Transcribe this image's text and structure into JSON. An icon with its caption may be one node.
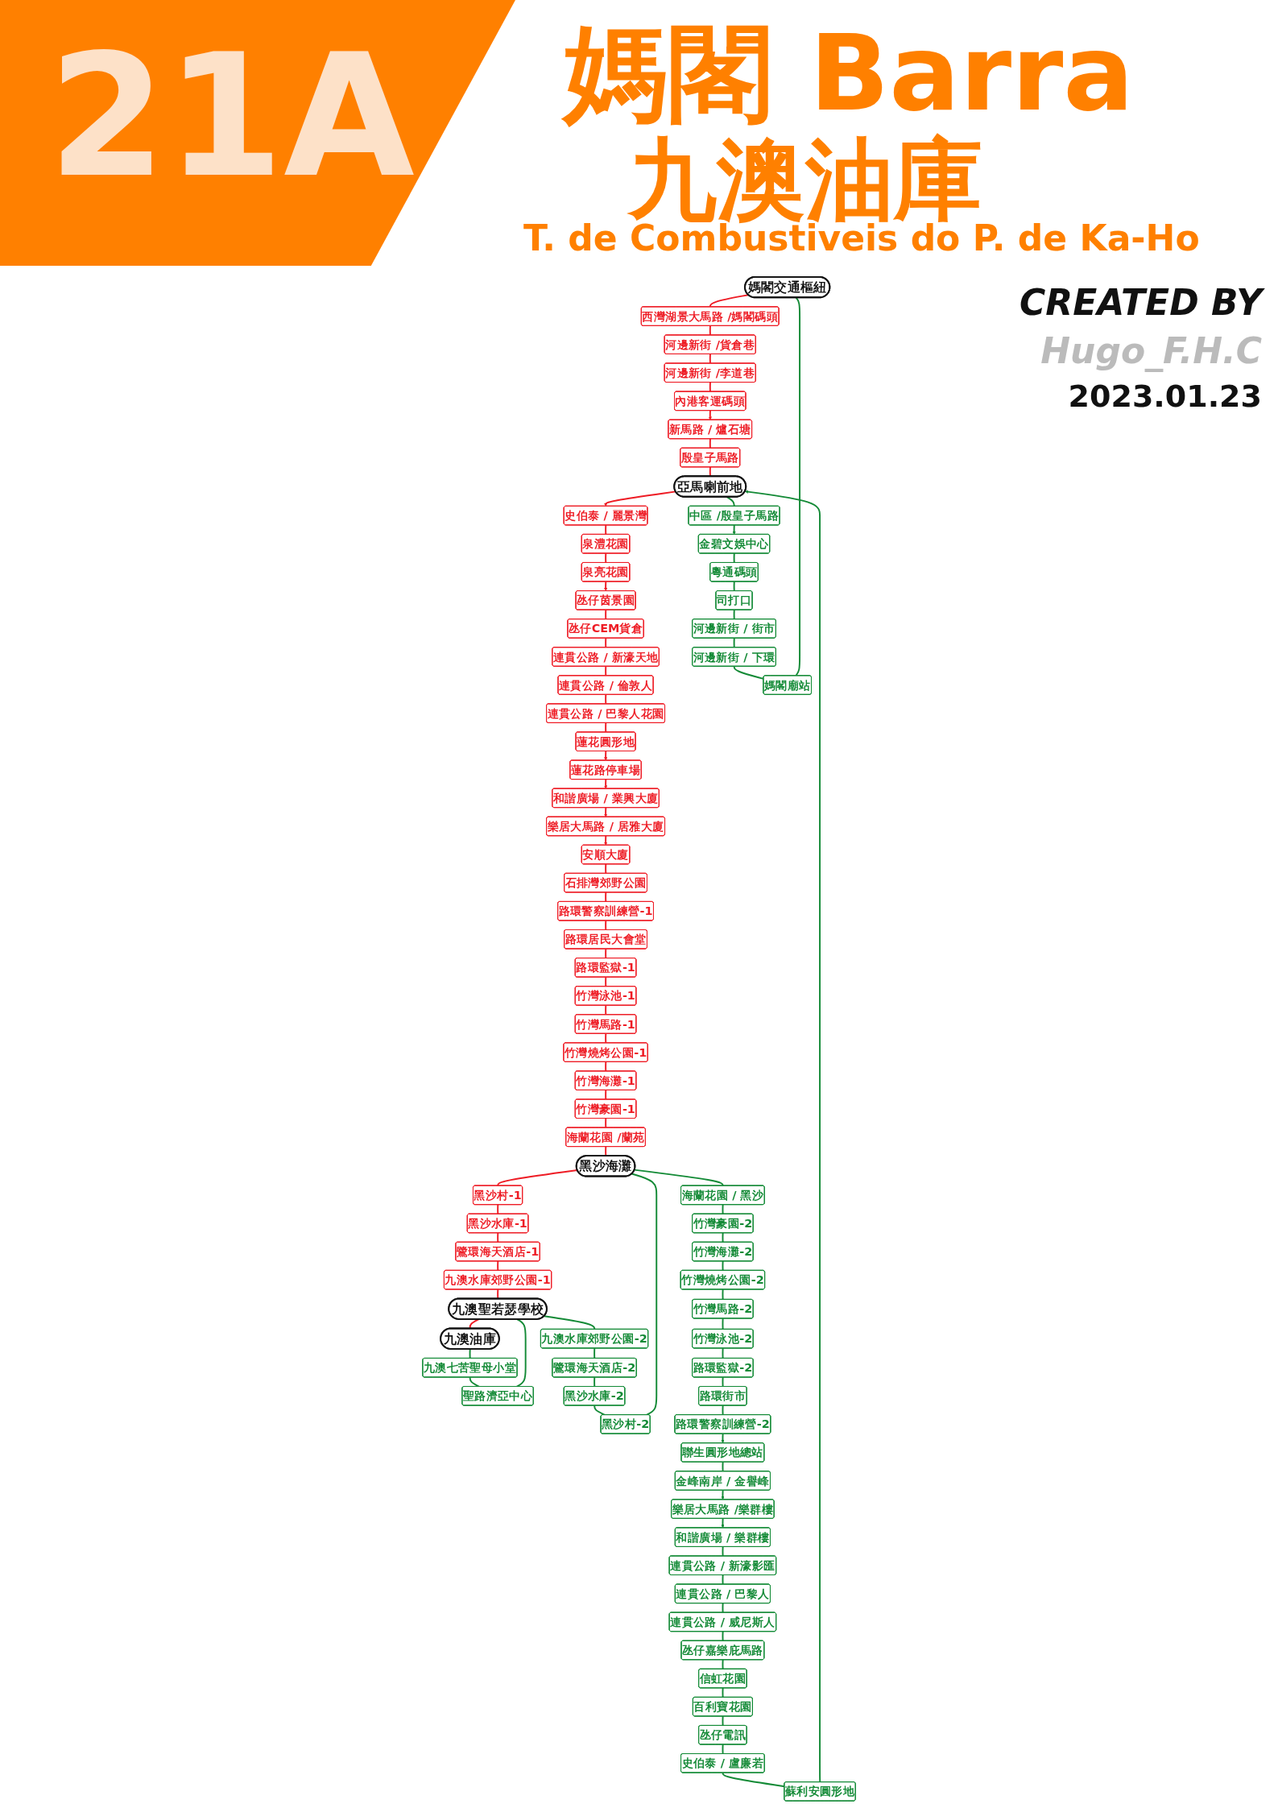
{
  "diagram": {
    "title": "21A",
    "nodes": [
      {
        "text": [
          "媽閣交通樞紐"
        ]
      },
      {
        "text": [
          "西灣湖景大馬路 /媽閣碼頭"
        ]
      },
      {
        "text": [
          "河邊新街 /貨倉巷"
        ]
      },
      {
        "text": [
          "河邊新街 /李道巷"
        ]
      },
      {
        "text": [
          "內港客運碼頭"
        ]
      },
      {
        "text": [
          "新馬路 / 爐石塘"
        ]
      },
      {
        "text": [
          "殷皇子馬路"
        ]
      },
      {
        "text": [
          "亞馬喇前地"
        ]
      },
      {
        "text": [
          "史伯泰 / 麗景灣"
        ]
      },
      {
        "text": [
          "泉澧花園"
        ]
      },
      {
        "text": [
          "泉亮花園"
        ]
      },
      {
        "text": [
          "氹仔茵景園"
        ]
      },
      {
        "text": [
          "氹仔CEM貨倉"
        ]
      },
      {
        "text": [
          "連貫公路 / 新濠天地"
        ]
      },
      {
        "text": [
          "連貫公路 / 倫敦人"
        ]
      },
      {
        "text": [
          "連貫公路 / 巴黎人花園"
        ]
      },
      {
        "text": [
          "蓮花圓形地"
        ]
      },
      {
        "text": [
          "蓮花路停車場"
        ]
      },
      {
        "text": [
          "和諧廣場 / 業興大廈"
        ]
      },
      {
        "text": [
          "樂居大馬路 / 居雅大廈"
        ]
      },
      {
        "text": [
          "安順大廈"
        ]
      },
      {
        "text": [
          "石排灣郊野公園"
        ]
      },
      {
        "text": [
          "路環警察訓練營-1"
        ]
      },
      {
        "text": [
          "路環居民大會堂"
        ]
      },
      {
        "text": [
          "路環監獄-1"
        ]
      },
      {
        "text": [
          "竹灣泳池-1"
        ]
      },
      {
        "text": [
          "竹灣馬路-1"
        ]
      },
      {
        "text": [
          "竹灣燒烤公園-1"
        ]
      },
      {
        "text": [
          "竹灣海灘-1"
        ]
      },
      {
        "text": [
          "竹灣豪園-1"
        ]
      },
      {
        "text": [
          "海蘭花園 /蘭苑"
        ]
      },
      {
        "text": [
          "黑沙海灘"
        ]
      },
      {
        "text": [
          "黑沙村-1"
        ]
      },
      {
        "text": [
          "黑沙水庫-1"
        ]
      },
      {
        "text": [
          "鷺環海天酒店-1"
        ]
      },
      {
        "text": [
          "九澳水庫郊野公園-1"
        ]
      },
      {
        "text": [
          "九澳聖若瑟學校"
        ]
      },
      {
        "text": [
          "九澳油庫"
        ]
      },
      {
        "text": [
          "九澳七苦聖母小堂"
        ]
      },
      {
        "text": [
          "聖路濟亞中心"
        ]
      },
      {
        "text": [
          "九澳水庫郊野公園-2"
        ]
      },
      {
        "text": [
          "鷺環海天酒店-2"
        ]
      },
      {
        "text": [
          "黑沙水庫-2"
        ]
      },
      {
        "text": [
          "黑沙村-2"
        ]
      },
      {
        "text": [
          "海蘭花園 / 黑沙"
        ]
      },
      {
        "text": [
          "竹灣豪園-2"
        ]
      },
      {
        "text": [
          "竹灣海灘-2"
        ]
      },
      {
        "text": [
          "竹灣燒烤公園-2"
        ]
      },
      {
        "text": [
          "竹灣馬路-2"
        ]
      },
      {
        "text": [
          "竹灣泳池-2"
        ]
      },
      {
        "text": [
          "路環監獄-2"
        ]
      },
      {
        "text": [
          "路環街市"
        ]
      },
      {
        "text": [
          "路環警察訓練營-2"
        ]
      },
      {
        "text": [
          "聯生圓形地總站"
        ]
      },
      {
        "text": [
          "金峰南岸 / 金譽峰"
        ]
      },
      {
        "text": [
          "樂居大馬路 /樂群樓"
        ]
      },
      {
        "text": [
          "和諧廣場 / 樂群樓"
        ]
      },
      {
        "text": [
          "連貫公路 / 新濠影匯"
        ]
      },
      {
        "text": [
          "連貫公路 / 巴黎人"
        ]
      },
      {
        "text": [
          "連貫公路 / 威尼斯人"
        ]
      },
      {
        "text": [
          "氹仔嘉樂庇馬路"
        ]
      },
      {
        "text": [
          "信虹花園"
        ]
      },
      {
        "text": [
          "百利寶花園"
        ]
      },
      {
        "text": [
          "氹仔電訊"
        ]
      },
      {
        "text": [
          "史伯泰 / 盧廉若"
        ]
      },
      {
        "text": [
          "蘇利安圓形地"
        ]
      },
      {
        "text": [
          "中區 /殷皇子馬路"
        ]
      },
      {
        "text": [
          "金碧文娛中心"
        ]
      },
      {
        "text": [
          "粵通碼頭"
        ]
      },
      {
        "text": [
          "司打口"
        ]
      },
      {
        "text": [
          "河邊新街 / 街市"
        ]
      },
      {
        "text": [
          "河邊新街 / 下環"
        ]
      },
      {
        "text": [
          "媽閣廟站"
        ]
      }
    ],
    "edges": [
      {
        "from": 0,
        "to": 1,
        "arrow": "none",
        "color": "#ee1c25"
      },
      {
        "from": 1,
        "to": 2,
        "arrow": "none",
        "color": "#ee1c25"
      },
      {
        "from": 2,
        "to": 3,
        "arrow": "none",
        "color": "#ee1c25"
      },
      {
        "from": 3,
        "to": 4,
        "arrow": "none",
        "color": "#ee1c25"
      },
      {
        "from": 4,
        "to": 5,
        "arrow": "to",
        "color": "#ee1c25"
      },
      {
        "from": 5,
        "to": 6,
        "arrow": "none",
        "color": "#ee1c25"
      },
      {
        "from": 6,
        "to": 7,
        "arrow": "none",
        "color": "#ee1c25"
      },
      {
        "from": 7,
        "to": 8,
        "arrow": "to",
        "color": "#ee1c25"
      },
      {
        "from": 8,
        "to": 9,
        "arrow": "none",
        "color": "#ee1c25"
      },
      {
        "from": 9,
        "to": 10,
        "arrow": "none",
        "color": "#ee1c25"
      },
      {
        "from": 10,
        "to": 11,
        "arrow": "to",
        "color": "#ee1c25"
      },
      {
        "from": 11,
        "to": 12,
        "arrow": "none",
        "color": "#ee1c25"
      },
      {
        "from": 12,
        "to": 13,
        "arrow": "none",
        "color": "#ee1c25"
      },
      {
        "from": 13,
        "to": 14,
        "arrow": "none",
        "color": "#ee1c25"
      },
      {
        "from": 14,
        "to": 15,
        "arrow": "none",
        "color": "#ee1c25"
      },
      {
        "from": 15,
        "to": 16,
        "arrow": "none",
        "color": "#ee1c25"
      },
      {
        "from": 16,
        "to": 17,
        "arrow": "to",
        "color": "#ee1c25"
      },
      {
        "from": 17,
        "to": 18,
        "arrow": "to",
        "color": "#ee1c25"
      },
      {
        "from": 18,
        "to": 19,
        "arrow": "to",
        "color": "#ee1c25"
      },
      {
        "from": 19,
        "to": 20,
        "arrow": "to",
        "color": "#ee1c25"
      },
      {
        "from": 20,
        "to": 21,
        "arrow": "none",
        "color": "#ee1c25"
      },
      {
        "from": 21,
        "to": 22,
        "arrow": "none",
        "color": "#ee1c25"
      },
      {
        "from": 22,
        "to": 23,
        "arrow": "none",
        "color": "#ee1c25"
      },
      {
        "from": 23,
        "to": 24,
        "arrow": "none",
        "color": "#ee1c25"
      },
      {
        "from": 24,
        "to": 25,
        "arrow": "none",
        "color": "#ee1c25"
      },
      {
        "from": 25,
        "to": 26,
        "arrow": "none",
        "color": "#ee1c25"
      },
      {
        "from": 26,
        "to": 27,
        "arrow": "none",
        "color": "#ee1c25"
      },
      {
        "from": 27,
        "to": 28,
        "arrow": "none",
        "color": "#ee1c25"
      },
      {
        "from": 28,
        "to": 29,
        "arrow": "none",
        "color": "#ee1c25"
      },
      {
        "from": 29,
        "to": 30,
        "arrow": "none",
        "color": "#ee1c25"
      },
      {
        "from": 30,
        "to": 31,
        "arrow": "none",
        "color": "#ee1c25"
      },
      {
        "from": 31,
        "to": 32,
        "arrow": "none",
        "color": "#ee1c25"
      },
      {
        "from": 32,
        "to": 33,
        "arrow": "none",
        "color": "#ee1c25"
      },
      {
        "from": 33,
        "to": 34,
        "arrow": "none",
        "color": "#ee1c25"
      },
      {
        "from": 34,
        "to": 35,
        "arrow": "none",
        "color": "#ee1c25"
      },
      {
        "from": 35,
        "to": 36,
        "arrow": "none",
        "color": "#ee1c25"
      },
      {
        "from": 36,
        "to": 37,
        "arrow": "none",
        "color": "#ee1c25"
      },
      {
        "from": 37,
        "to": 38,
        "arrow": "none"
      },
      {
        "from": 38,
        "to": 39,
        "arrow": "none"
      },
      {
        "from": 39,
        "to": 36,
        "arrow": "none"
      },
      {
        "from": 36,
        "to": 40,
        "arrow": "none"
      },
      {
        "from": 40,
        "to": 41,
        "arrow": "none"
      },
      {
        "from": 41,
        "to": 42,
        "arrow": "none"
      },
      {
        "from": 42,
        "to": 43,
        "arrow": "none"
      },
      {
        "from": 43,
        "to": 31,
        "arrow": "none"
      },
      {
        "from": 31,
        "to": 44,
        "arrow": "none"
      },
      {
        "from": 44,
        "to": 45,
        "arrow": "none"
      },
      {
        "from": 45,
        "to": 46,
        "arrow": "none"
      },
      {
        "from": 46,
        "to": 47,
        "arrow": "none"
      },
      {
        "from": 47,
        "to": 48,
        "arrow": "none"
      },
      {
        "from": 48,
        "to": 49,
        "arrow": "none"
      },
      {
        "from": 49,
        "to": 50,
        "arrow": "none"
      },
      {
        "from": 50,
        "to": 51,
        "arrow": "none"
      },
      {
        "from": 51,
        "to": 52,
        "arrow": "none"
      },
      {
        "from": 52,
        "to": 53,
        "arrow": "to"
      },
      {
        "from": 53,
        "to": 54,
        "arrow": "none"
      },
      {
        "from": 54,
        "to": 55,
        "arrow": "to"
      },
      {
        "from": 55,
        "to": 56,
        "arrow": "to"
      },
      {
        "from": 56,
        "to": 57,
        "arrow": "none"
      },
      {
        "from": 57,
        "to": 58,
        "arrow": "none"
      },
      {
        "from": 58,
        "to": 59,
        "arrow": "none"
      },
      {
        "from": 59,
        "to": 60,
        "arrow": "none"
      },
      {
        "from": 60,
        "to": 61,
        "arrow": "none"
      },
      {
        "from": 61,
        "to": 62,
        "arrow": "none"
      },
      {
        "from": 62,
        "to": 63,
        "arrow": "none"
      },
      {
        "from": 63,
        "to": 64,
        "arrow": "none"
      },
      {
        "from": 64,
        "to": 65,
        "arrow": "none"
      },
      {
        "from": 65,
        "to": 7,
        "arrow": "to"
      },
      {
        "from": 7,
        "to": 66,
        "arrow": "none"
      },
      {
        "from": 66,
        "to": 67,
        "arrow": "to"
      },
      {
        "from": 67,
        "to": 68,
        "arrow": "none"
      },
      {
        "from": 68,
        "to": 69,
        "arrow": "none"
      },
      {
        "from": 69,
        "to": 70,
        "arrow": "none"
      },
      {
        "from": 70,
        "to": 71,
        "arrow": "none"
      },
      {
        "from": 71,
        "to": 72,
        "arrow": "none"
      },
      {
        "from": 72,
        "to": 0,
        "arrow": "none"
      }
    ],
    "labels": [
      "媽閣 Barra",
      "九澳油庫",
      "T. de Combustiveis do P. de Ka-Ho",
      "CREATED BY",
      "Hugo_F.H.C",
      "2023.01.23"
    ]
  }
}
